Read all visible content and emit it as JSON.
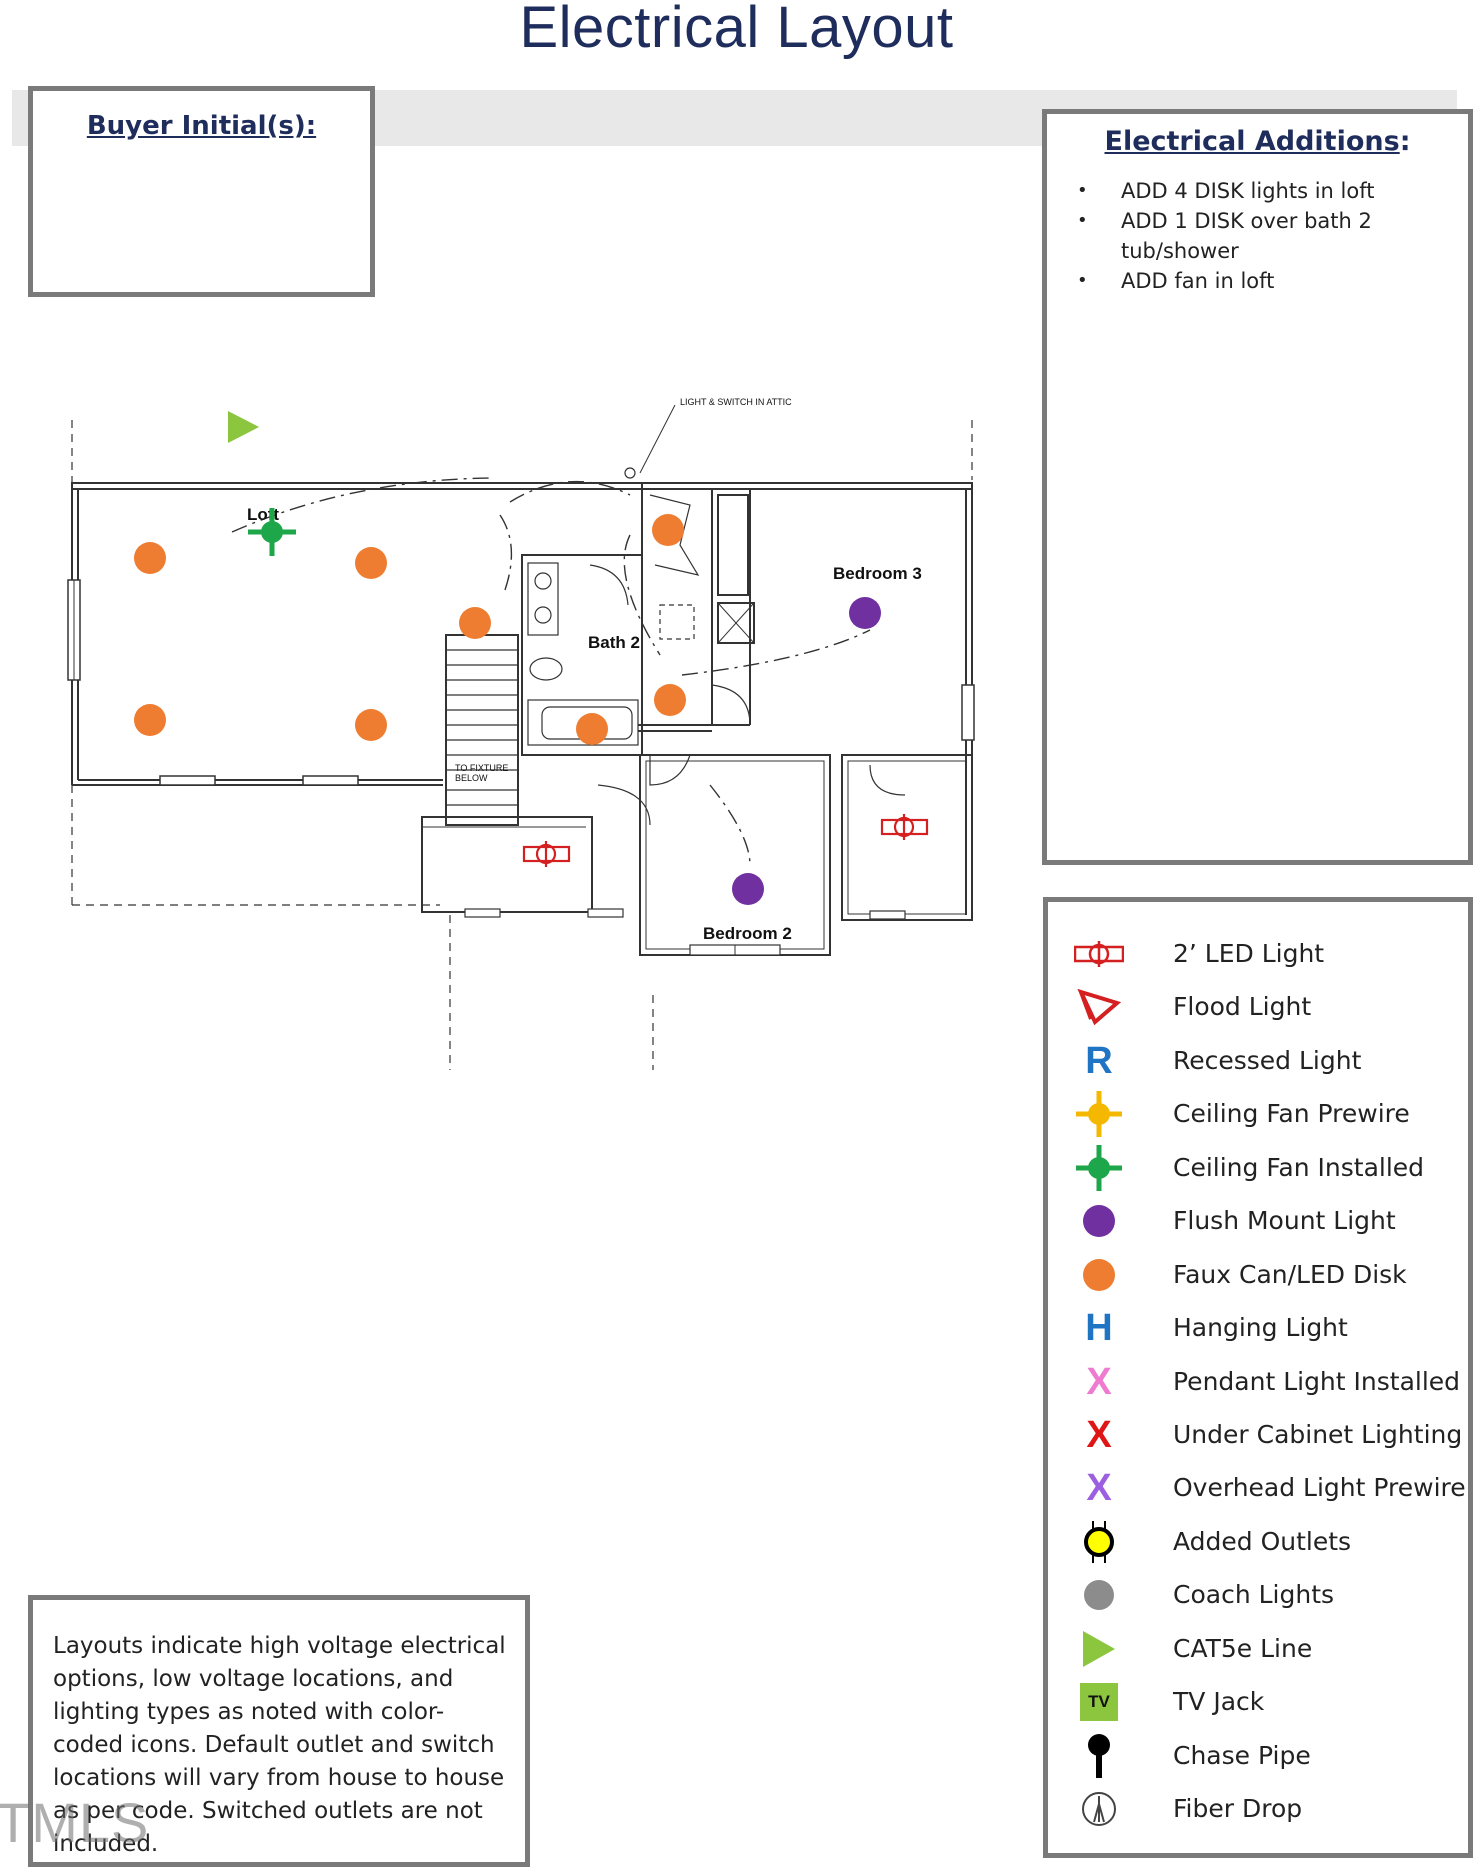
{
  "title": "Electrical Layout",
  "buyer": {
    "label": "Buyer Initial(s):"
  },
  "additions": {
    "title": "Electrical Additions",
    "title_suffix": ":",
    "items": [
      "ADD 4 DISK lights in loft",
      "ADD 1 DISK over bath 2 tub/shower",
      "ADD fan in loft"
    ]
  },
  "plan": {
    "rooms": {
      "loft": "Loft",
      "bath2": "Bath 2",
      "bedroom3": "Bedroom 3",
      "bedroom2": "Bedroom 2"
    },
    "notes": {
      "attic": "LIGHT & SWITCH IN ATTIC",
      "fixture1": "TO FIXTURE",
      "fixture2": "BELOW"
    }
  },
  "legend": {
    "items": [
      {
        "label": "2’ LED Light",
        "icon": "led-2ft-icon",
        "color": "#d42020"
      },
      {
        "label": "Flood Light",
        "icon": "flood-light-icon",
        "color": "#d42020"
      },
      {
        "label": "Recessed Light",
        "icon": "recessed-light-icon",
        "glyph": "R",
        "color": "#1f74c4"
      },
      {
        "label": "Ceiling Fan Prewire",
        "icon": "ceiling-fan-prewire-icon",
        "color": "#f5b800"
      },
      {
        "label": "Ceiling Fan Installed",
        "icon": "ceiling-fan-installed-icon",
        "color": "#1ea64a"
      },
      {
        "label": "Flush Mount Light",
        "icon": "flush-mount-icon",
        "color": "#7030a0"
      },
      {
        "label": "Faux Can/LED Disk",
        "icon": "faux-can-icon",
        "color": "#ee7d31"
      },
      {
        "label": "Hanging Light",
        "icon": "hanging-light-icon",
        "glyph": "H",
        "color": "#1f74c4"
      },
      {
        "label": "Pendant Light Installed",
        "icon": "pendant-light-icon",
        "glyph": "X",
        "color": "#ee7bd0"
      },
      {
        "label": "Under Cabinet Lighting",
        "icon": "under-cabinet-icon",
        "glyph": "X",
        "color": "#e01515"
      },
      {
        "label": "Overhead Light Prewire",
        "icon": "overhead-prewire-icon",
        "glyph": "X",
        "color": "#9b5fe0"
      },
      {
        "label": "Added Outlets",
        "icon": "added-outlet-icon",
        "color": "#ffff00"
      },
      {
        "label": "Coach Lights",
        "icon": "coach-light-icon",
        "color": "#8c8c8c"
      },
      {
        "label": "CAT5e Line",
        "icon": "cat5e-icon",
        "color": "#8cc63f"
      },
      {
        "label": "TV Jack",
        "icon": "tv-jack-icon",
        "glyph": "TV",
        "color": "#8cc63f"
      },
      {
        "label": "Chase Pipe",
        "icon": "chase-pipe-icon",
        "color": "#000000"
      },
      {
        "label": "Fiber Drop",
        "icon": "fiber-drop-icon",
        "color": "#444444"
      }
    ]
  },
  "note": "Layouts indicate high voltage electrical options, low voltage locations, and lighting types as noted with color-coded icons. Default outlet and switch locations will vary from house to house as per code. Switched outlets are not included.",
  "watermark": "TMLS"
}
